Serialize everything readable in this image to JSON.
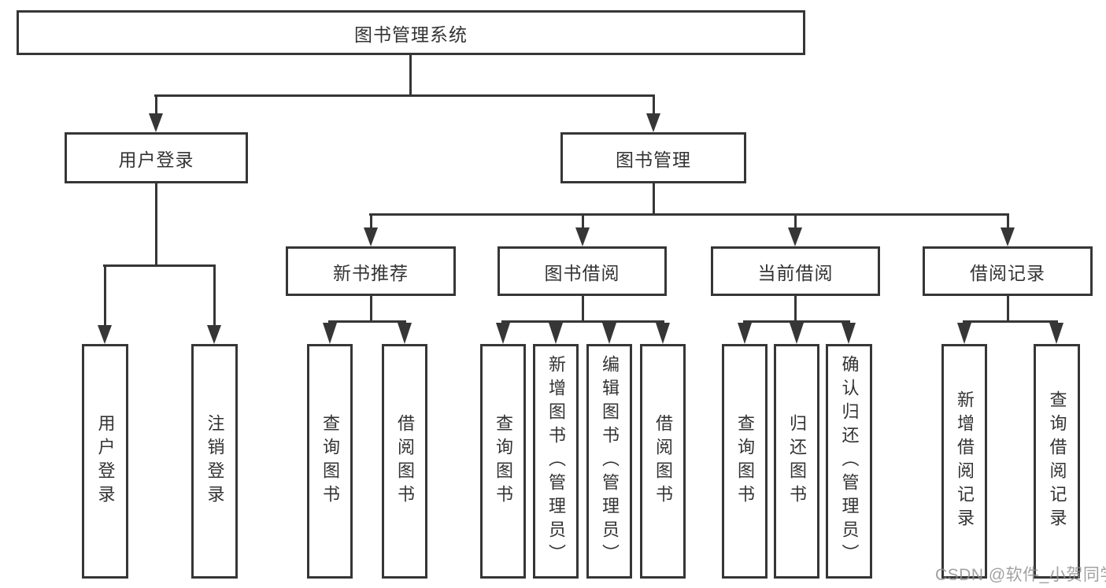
{
  "diagram": {
    "root": "图书管理系统",
    "level2": [
      "用户登录",
      "图书管理"
    ],
    "level3": [
      "新书推荐",
      "图书借阅",
      "当前借阅",
      "借阅记录"
    ],
    "leaves": [
      "用户登录",
      "注销登录",
      "查询图书",
      "借阅图书",
      "查询图书",
      "新增图书（管理员）",
      "编辑图书（管理员）",
      "借阅图书",
      "查询图书",
      "归还图书",
      "确认归还（管理员）",
      "新增借阅记录",
      "查询借阅记录"
    ]
  },
  "watermark": "CSDN @软件_小贺同学",
  "colors": {
    "line": "#363636",
    "text": "#333333",
    "background": "#ffffff",
    "watermark": "#919191"
  }
}
